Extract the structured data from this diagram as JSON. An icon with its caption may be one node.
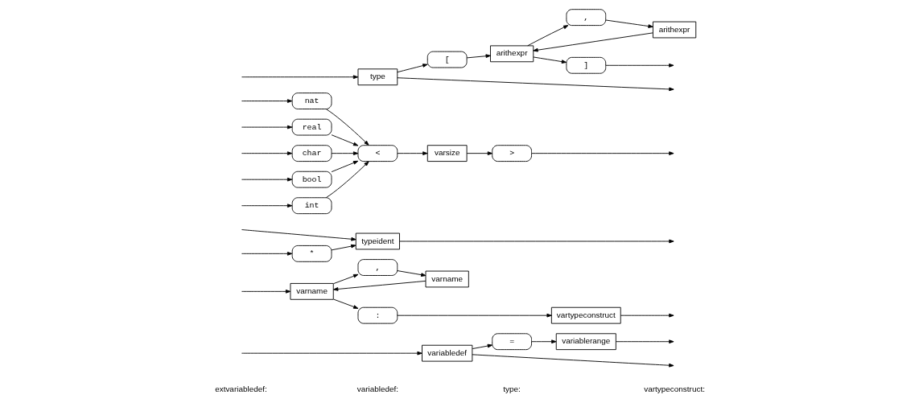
{
  "diagram": {
    "nodes": [
      {
        "text": [
          "variabledef"
        ]
      },
      {
        "text": [
          "="
        ]
      },
      {
        "text": [
          "variablerange"
        ]
      },
      {
        "text": [
          "varname"
        ]
      },
      {
        "text": [
          "varname"
        ]
      },
      {
        "text": [
          ","
        ]
      },
      {
        "text": [
          ":"
        ]
      },
      {
        "text": [
          "vartypeconstruct"
        ]
      },
      {
        "text": [
          "*"
        ]
      },
      {
        "text": [
          "typeident"
        ]
      },
      {
        "text": [
          "int"
        ]
      },
      {
        "text": [
          "nat"
        ]
      },
      {
        "text": [
          "real"
        ]
      },
      {
        "text": [
          "char"
        ]
      },
      {
        "text": [
          "bool"
        ]
      },
      {
        "text": [
          "<"
        ]
      },
      {
        "text": [
          "varsize"
        ]
      },
      {
        "text": [
          ">"
        ]
      },
      {
        "text": [
          "type"
        ]
      },
      {
        "text": [
          "["
        ]
      },
      {
        "text": [
          "arithexpr"
        ]
      },
      {
        "text": [
          "arithexpr"
        ]
      },
      {
        "text": [
          ","
        ]
      },
      {
        "text": [
          "]"
        ]
      }
    ],
    "edges": [
      {
        "from": 0,
        "to": null,
        "arrow": "to"
      },
      {
        "from": 0,
        "to": 1,
        "arrow": "to"
      },
      {
        "from": 1,
        "to": 2,
        "arrow": "to"
      },
      {
        "from": 2,
        "to": null,
        "arrow": "to"
      },
      {
        "from": null,
        "to": 0,
        "arrow": "to"
      },
      {
        "from": null,
        "to": 3,
        "arrow": "to"
      },
      {
        "from": 3,
        "to": 6,
        "arrow": "to"
      },
      {
        "from": 3,
        "to": 5,
        "arrow": "to"
      },
      {
        "from": 5,
        "to": 4,
        "arrow": "to"
      },
      {
        "from": 4,
        "to": 3,
        "arrow": "to"
      },
      {
        "from": 6,
        "to": 7,
        "arrow": "to"
      },
      {
        "from": 7,
        "to": null,
        "arrow": "to"
      },
      {
        "from": null,
        "to": 8,
        "arrow": "to"
      },
      {
        "from": 8,
        "to": 9,
        "arrow": "to"
      },
      {
        "from": 9,
        "to": null,
        "arrow": "to"
      },
      {
        "from": null,
        "to": 9,
        "arrow": "to"
      },
      {
        "from": null,
        "to": 10,
        "arrow": "to"
      },
      {
        "from": null,
        "to": 11,
        "arrow": "to"
      },
      {
        "from": null,
        "to": 12,
        "arrow": "to"
      },
      {
        "from": null,
        "to": 13,
        "arrow": "to"
      },
      {
        "from": null,
        "to": 14,
        "arrow": "to"
      },
      {
        "from": 10,
        "to": 15,
        "arrow": "to"
      },
      {
        "from": 11,
        "to": 15,
        "arrow": "to"
      },
      {
        "from": 12,
        "to": 15,
        "arrow": "to"
      },
      {
        "from": 13,
        "to": 15,
        "arrow": "to"
      },
      {
        "from": 14,
        "to": 15,
        "arrow": "to"
      },
      {
        "from": 15,
        "to": 16,
        "arrow": "to"
      },
      {
        "from": 16,
        "to": 17,
        "arrow": "to"
      },
      {
        "from": 17,
        "to": null,
        "arrow": "to"
      },
      {
        "from": 18,
        "to": null,
        "arrow": "to"
      },
      {
        "from": null,
        "to": 18,
        "arrow": "to"
      },
      {
        "from": 18,
        "to": 19,
        "arrow": "to"
      },
      {
        "from": 19,
        "to": 20,
        "arrow": "to"
      },
      {
        "from": 20,
        "to": 23,
        "arrow": "to"
      },
      {
        "from": 20,
        "to": 22,
        "arrow": "to"
      },
      {
        "from": 22,
        "to": 21,
        "arrow": "to"
      },
      {
        "from": 21,
        "to": 20,
        "arrow": "to"
      },
      {
        "from": 23,
        "to": null,
        "arrow": "to"
      }
    ],
    "labels": [
      "extvariabledef:",
      "variabledef:",
      "type:",
      "vartypeconstruct:"
    ]
  }
}
